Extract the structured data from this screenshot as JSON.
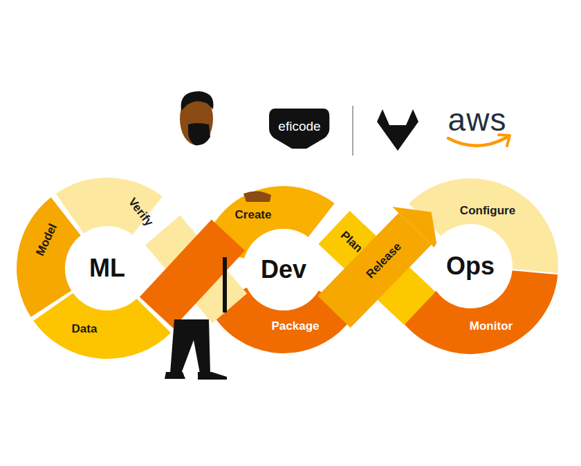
{
  "diagram": {
    "nodes": [
      {
        "text": [
          "eficode"
        ]
      },
      {
        "text": [
          "Model"
        ]
      },
      {
        "text": [
          "Verify"
        ]
      },
      {
        "text": [
          "ML"
        ]
      },
      {
        "text": [
          "Data"
        ]
      },
      {
        "text": [
          "Create"
        ]
      },
      {
        "text": [
          "Plan"
        ]
      },
      {
        "text": [
          "Dev"
        ]
      },
      {
        "text": [
          "Release"
        ]
      },
      {
        "text": [
          "Package"
        ]
      },
      {
        "text": [
          "Configure"
        ]
      },
      {
        "text": [
          "Ops"
        ]
      },
      {
        "text": [
          "Monitor"
        ]
      }
    ],
    "labels": [
      "aws"
    ]
  }
}
